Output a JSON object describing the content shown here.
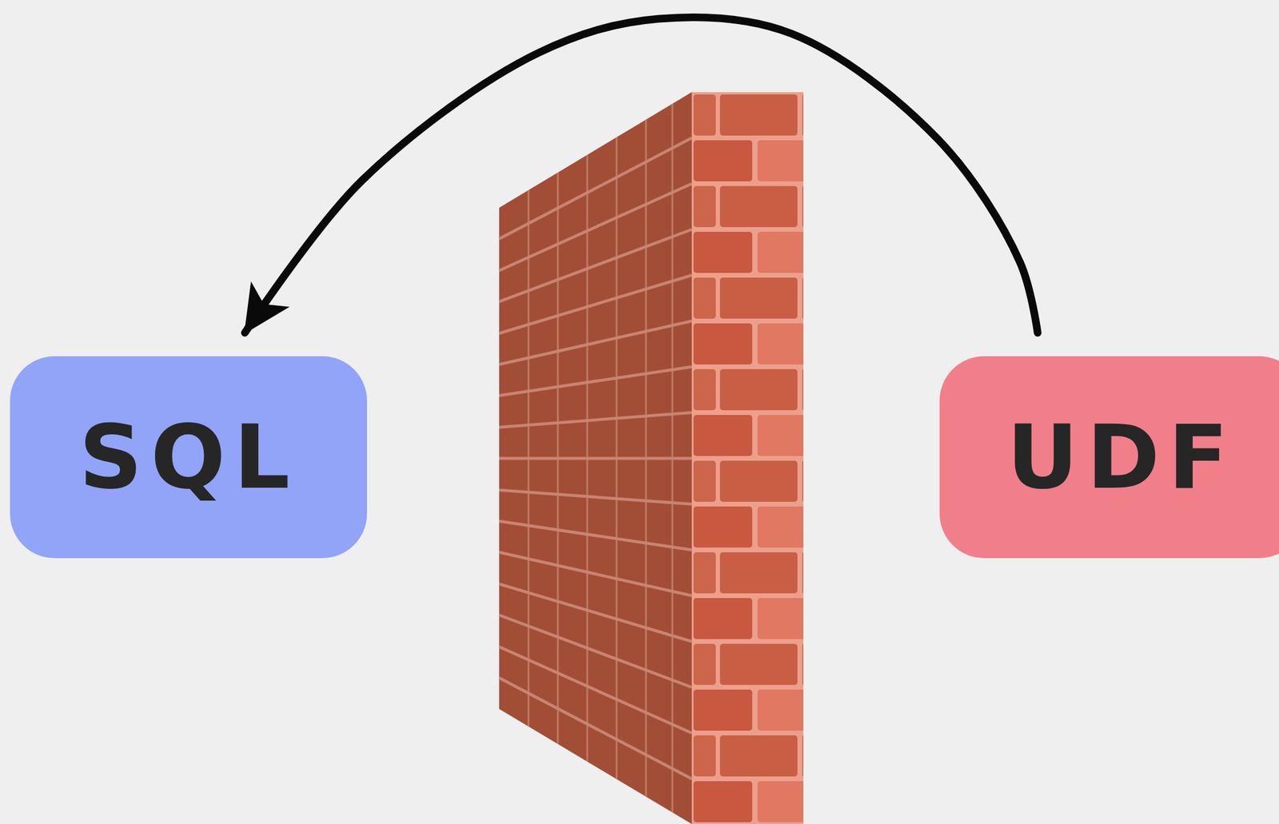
{
  "diagram": {
    "nodes": [
      {
        "text": [
          "SQL"
        ]
      },
      {
        "text": [
          "UDF"
        ]
      }
    ],
    "edges": [
      {
        "from": 1,
        "to": 0,
        "arrow": "to"
      }
    ]
  }
}
